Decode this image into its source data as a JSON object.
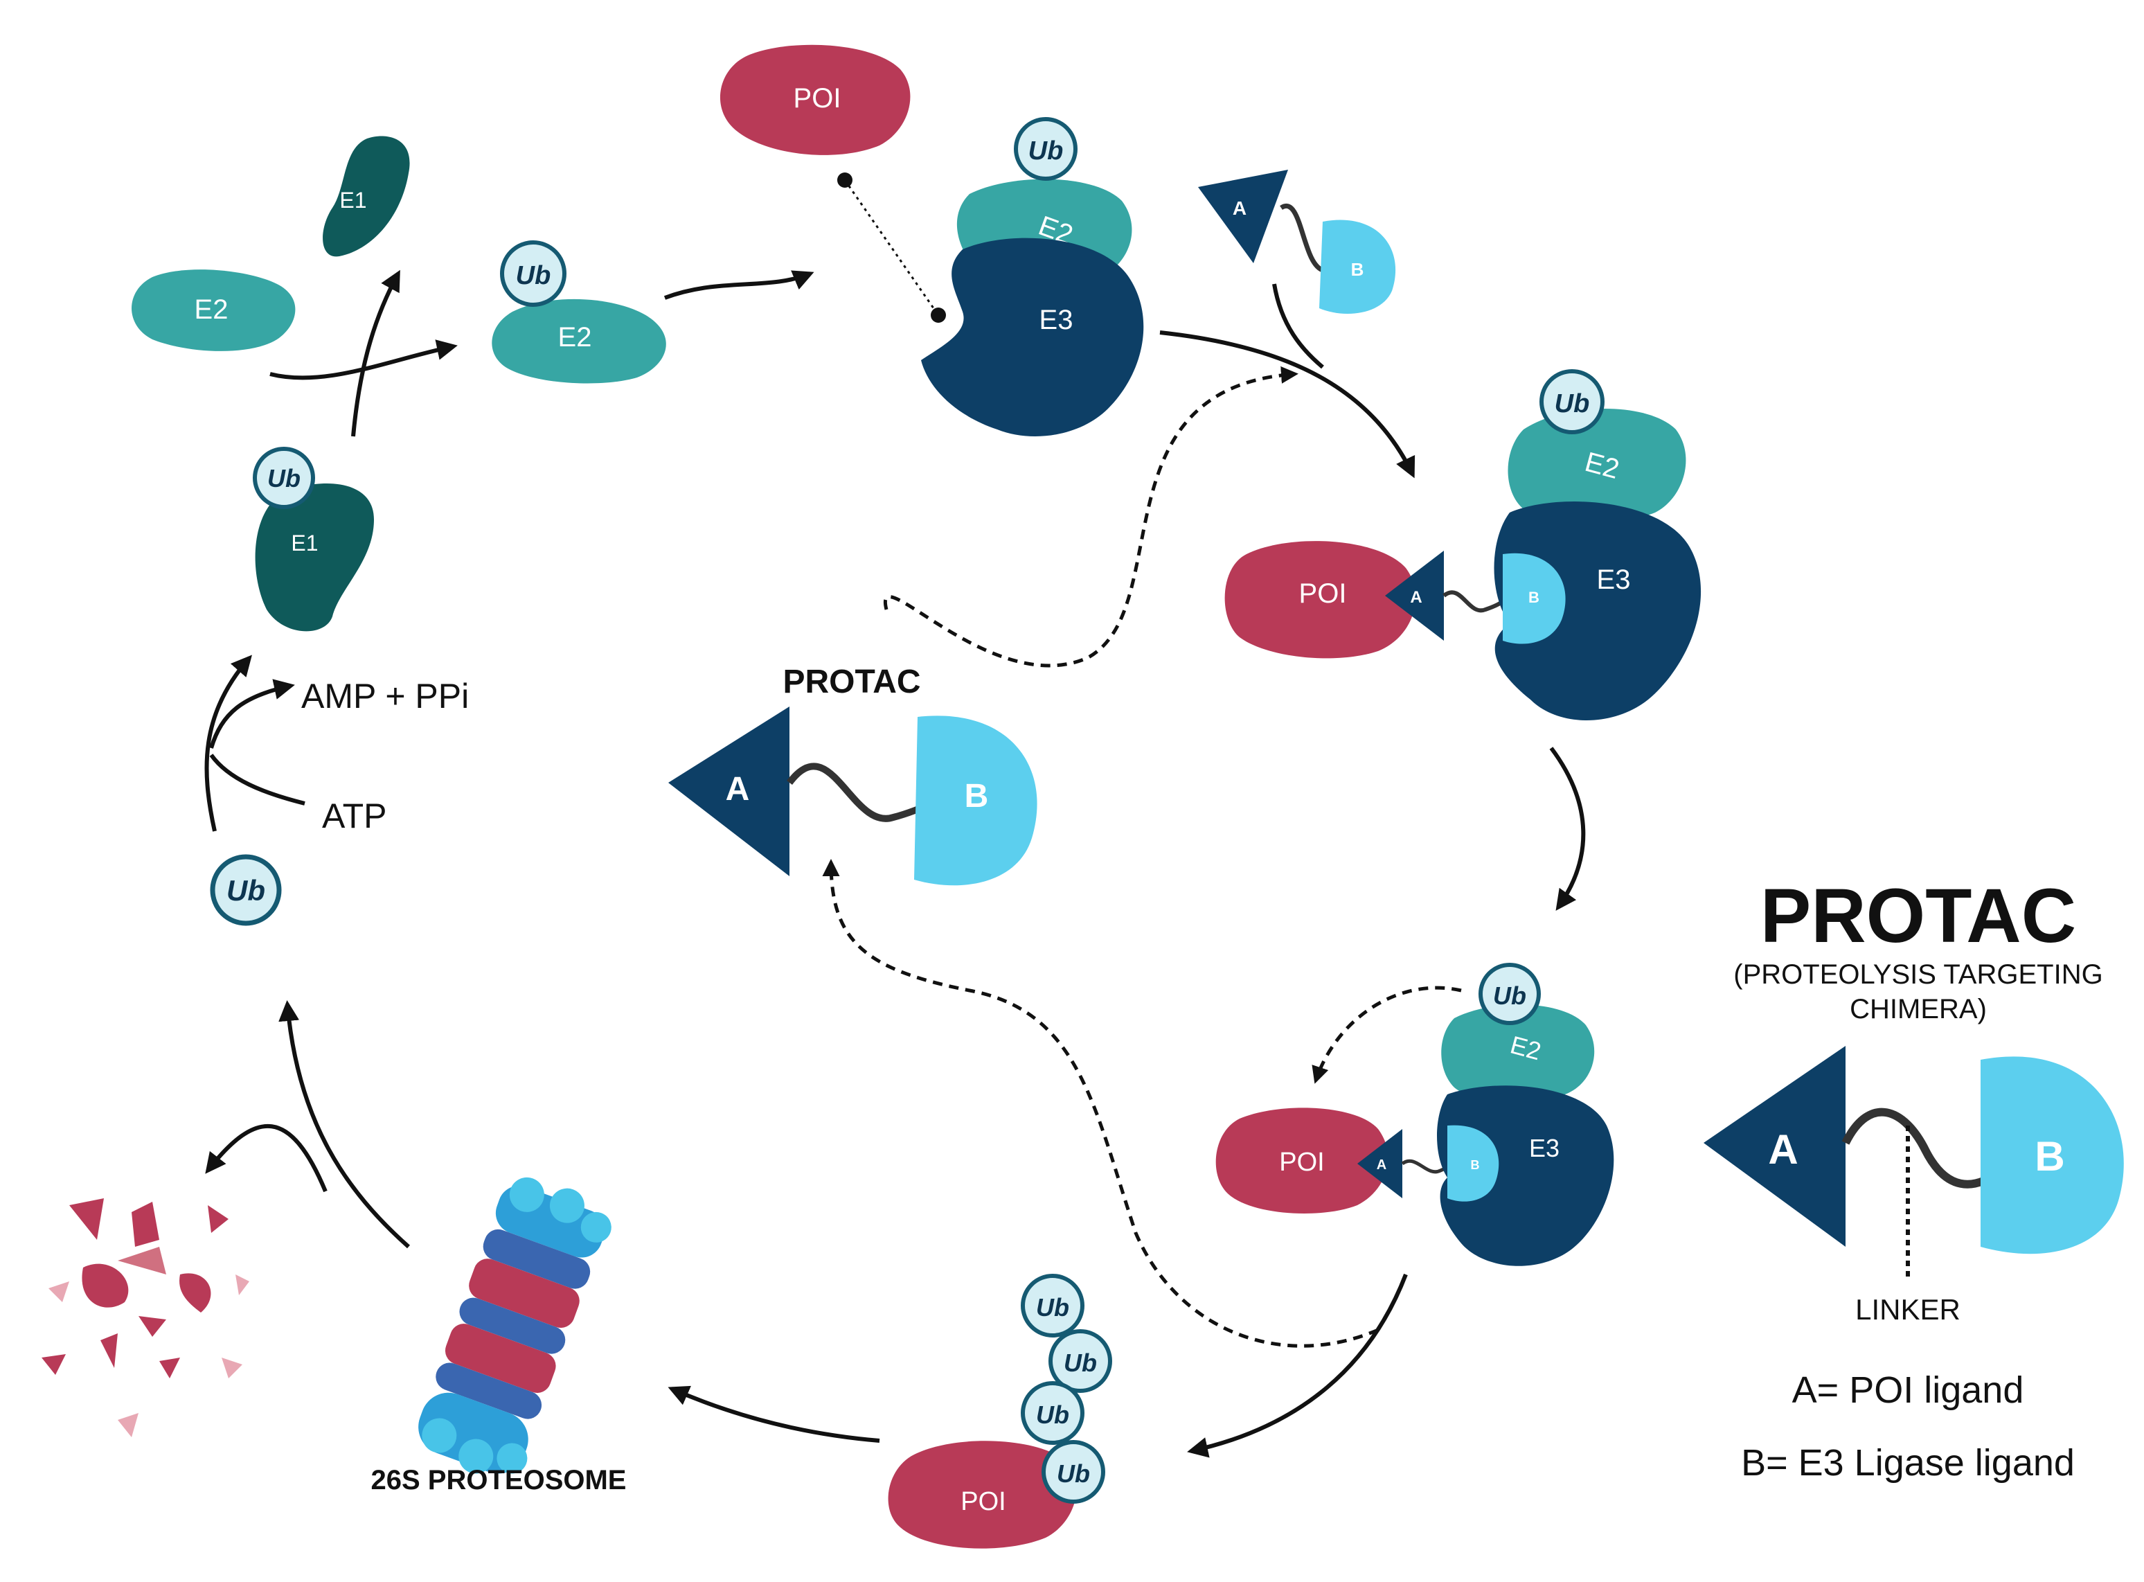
{
  "labels": {
    "poi": "POI",
    "e1": "E1",
    "e2": "E2",
    "e3": "E3",
    "ub": "Ub",
    "a": "A",
    "b": "B",
    "amp_ppi": "AMP + PPi",
    "atp": "ATP",
    "protac_small": "PROTAC",
    "proteosome": "26S PROTEOSOME"
  },
  "legend": {
    "title": "PROTAC",
    "subtitle_line1": "(PROTEOLYSIS TARGETING",
    "subtitle_line2": "CHIMERA)",
    "linker": "LINKER",
    "a_def": "A= POI ligand",
    "b_def": "B= E3 Ligase ligand"
  },
  "colors": {
    "poi": "#b83a57",
    "e1": "#0f5a5a",
    "e2": "#37a6a4",
    "e3": "#0d3f66",
    "ligand_a": "#0d3f66",
    "ligand_b": "#5ccfee",
    "ub_fill": "#d4eef4",
    "ub_stroke": "#155a72",
    "arrow": "#111111"
  }
}
